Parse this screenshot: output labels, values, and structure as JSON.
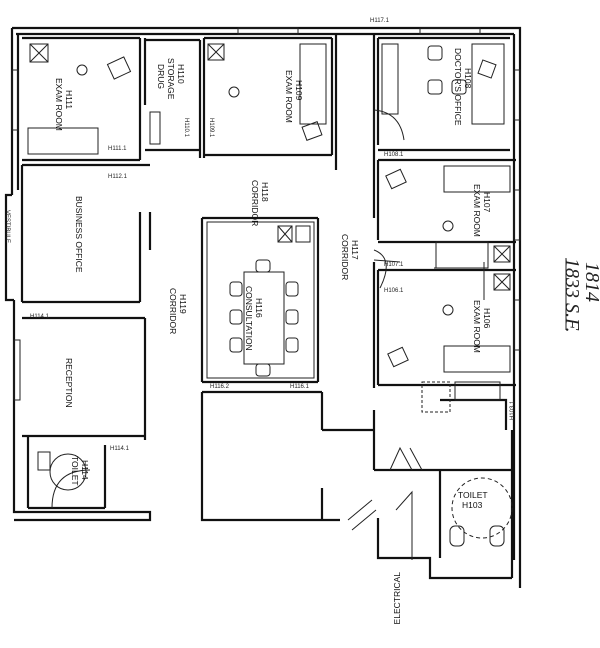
{
  "rooms": {
    "exam_h111": {
      "name": "EXAM ROOM",
      "code": "H111"
    },
    "drug_h110": {
      "line1": "DRUG",
      "line2": "STORAGE",
      "code": "H110"
    },
    "exam_h109": {
      "name": "EXAM ROOM",
      "code": "H109"
    },
    "doctors_h108": {
      "name": "DOCTOR'S OFFICE",
      "code": "H108"
    },
    "exam_h107": {
      "name": "EXAM ROOM",
      "code": "H107"
    },
    "exam_h106": {
      "name": "EXAM ROOM",
      "code": "H106"
    },
    "business": {
      "name": "BUSINESS OFFICE"
    },
    "corridor_h118": {
      "name": "CORRIDOR",
      "code": "H118"
    },
    "corridor_h117": {
      "name": "CORRIDOR",
      "code": "H117"
    },
    "corridor_h119": {
      "name": "CORRIDOR",
      "code": "H119"
    },
    "consultation_h116": {
      "name": "CONSULTATION",
      "code": "H116"
    },
    "reception": {
      "name": "RECEPTION"
    },
    "toilet_h114": {
      "name": "TOILET",
      "code": "H114"
    },
    "toilet_h103": {
      "name": "TOILET",
      "code": "H103"
    },
    "electrical": {
      "name": "ELECTRICAL"
    },
    "vestibule": {
      "name": "VESTIBULE"
    }
  },
  "door_tags": {
    "t117": "H117.1",
    "t111": "H111.1",
    "t112": "H112.1",
    "t110": "H110.1",
    "t109": "H109.1",
    "t108": "H108.1",
    "t107": "H107.1",
    "t106": "H106.1",
    "t114a": "H114.1",
    "t116a": "H116.2",
    "t116b": "H116.1",
    "t114b": "H114.1",
    "t103": "H103.1"
  },
  "area": {
    "struck": "1833 S.F.",
    "handwritten": "1814"
  }
}
